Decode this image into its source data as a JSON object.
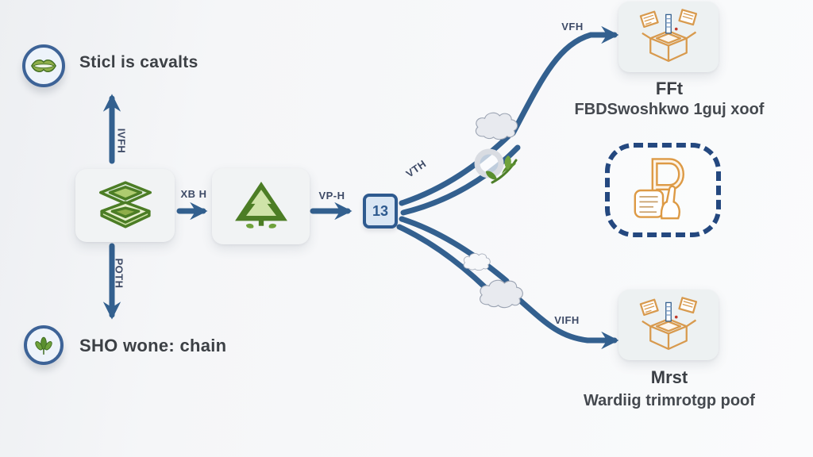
{
  "diagram": {
    "left": {
      "top_item": {
        "label": "Sticl is cavalts",
        "icon": "lips-coin-icon"
      },
      "bottom_item": {
        "label": "SHO wone: chain",
        "icon": "leaf-cluster-icon"
      }
    },
    "edges": {
      "up_label": "IVFH",
      "down_label": "POTH",
      "money_to_tree_label": "XB H",
      "tree_to_node_label": "VP-H",
      "branch_mid_label": "VTH",
      "upper_branch_label": "VFH",
      "lower_branch_label": "VIFH"
    },
    "center_node": {
      "glyph": "13",
      "icon": "blockchain-node-icon"
    },
    "right": {
      "top_box": {
        "title": "FFt",
        "subtitle": "FBDSwoshkwo 1guj xoof",
        "icon": "crate-package-icon"
      },
      "bottom_box": {
        "title": "Mrst",
        "subtitle": "Wardiig trimrotgp poof",
        "icon": "crate-package-icon"
      },
      "dashed_badge_icon": "p-document-hand-icon"
    },
    "colors": {
      "arrow_blue": "#33608f",
      "navy_dashed": "#24487f",
      "green_dark": "#4c7d25",
      "green_light": "#cfe3a8",
      "orange": "#d89a4e",
      "text_dark": "#3c4045",
      "box_fill": "#f1f3f4",
      "node_fill": "#d9e6f4",
      "cloud_fill": "#e8eaef"
    }
  }
}
